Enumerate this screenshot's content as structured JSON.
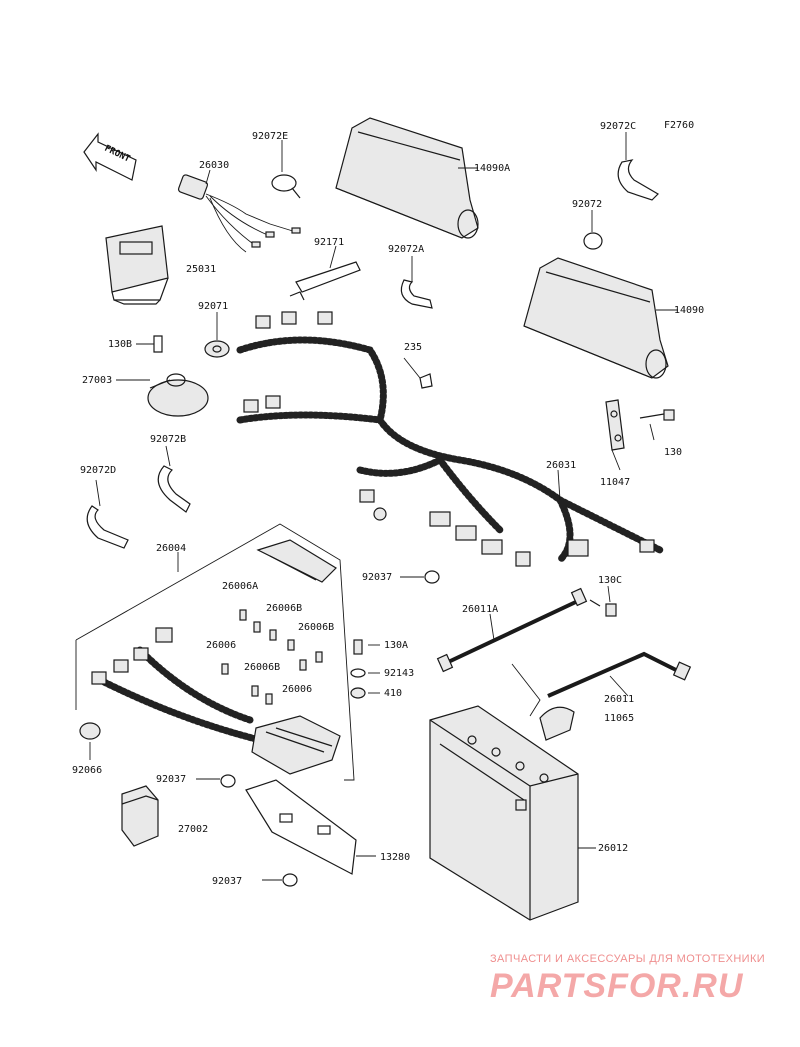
{
  "figure_code": "F2760",
  "front_label": "FRONT",
  "parts": {
    "p_92072E": "92072E",
    "p_26030": "26030",
    "p_14090A": "14090A",
    "p_92072C": "92072C",
    "p_92072": "92072",
    "p_25031": "25031",
    "p_92171": "92171",
    "p_92072A": "92072A",
    "p_14090": "14090",
    "p_92071": "92071",
    "p_130B": "130B",
    "p_235": "235",
    "p_27003": "27003",
    "p_130": "130",
    "p_92072B": "92072B",
    "p_11047": "11047",
    "p_92072D": "92072D",
    "p_26031": "26031",
    "p_26004": "26004",
    "p_92037_a": "92037",
    "p_130C": "130C",
    "p_26006A": "26006A",
    "p_26006B_a": "26006B",
    "p_26011A": "26011A",
    "p_26006B_b": "26006B",
    "p_130A": "130A",
    "p_26006_a": "26006",
    "p_92143": "92143",
    "p_26006B_c": "26006B",
    "p_26006_b": "26006",
    "p_410": "410",
    "p_26011": "26011",
    "p_11065": "11065",
    "p_92066": "92066",
    "p_92037_b": "92037",
    "p_27002": "27002",
    "p_26012": "26012",
    "p_13280": "13280",
    "p_92037_c": "92037"
  },
  "watermark": {
    "tagline": "ЗАПЧАСТИ И АКСЕССУАРЫ ДЛЯ МОТОТЕХНИКИ",
    "logo": "PARTSFOR.RU"
  }
}
